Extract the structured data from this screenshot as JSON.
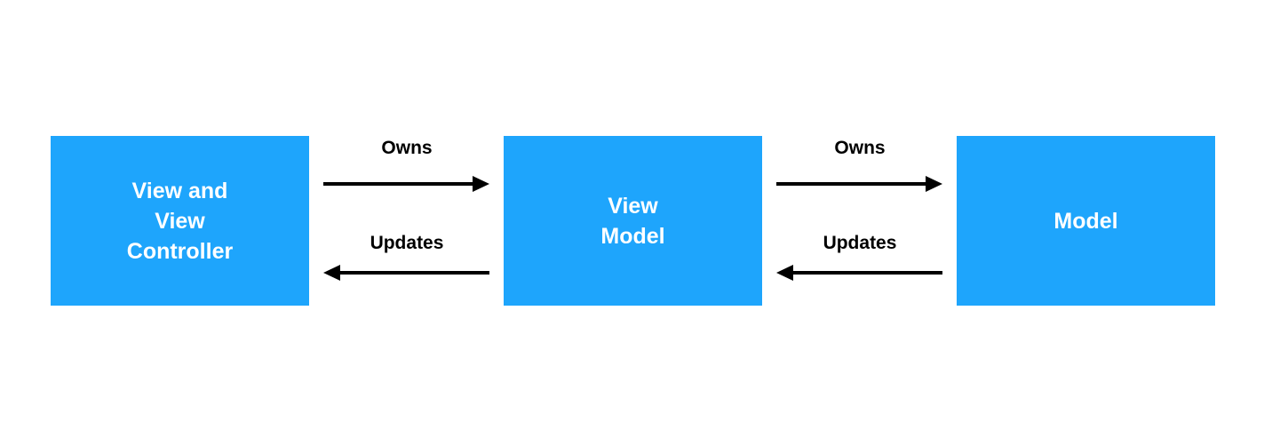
{
  "nodes": {
    "view_controller": "View and\nView\nController",
    "view_model": "View\nModel",
    "model": "Model"
  },
  "edges": {
    "vc_to_vm_label": "Owns",
    "vm_to_vc_label": "Updates",
    "vm_to_m_label": "Owns",
    "m_to_vm_label": "Updates"
  },
  "colors": {
    "node_fill": "#1ea5fc",
    "node_text": "#ffffff",
    "arrow": "#000000"
  }
}
